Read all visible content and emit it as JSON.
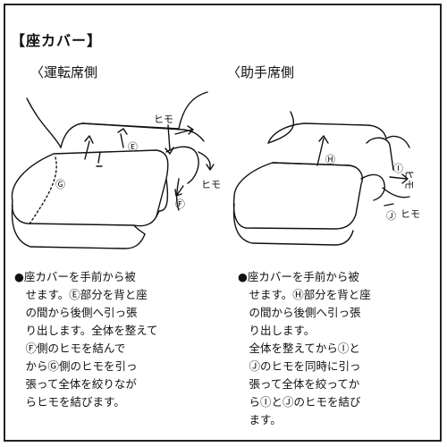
{
  "title": "【座カバー】",
  "sections": {
    "driver": {
      "heading": "〈運転席側",
      "labels": {
        "himo_top": "ヒモ",
        "himo_side": "ヒモ",
        "e": "Ⓔ",
        "f": "Ⓕ",
        "g": "Ⓖ"
      },
      "note": "●座カバーを手前から被\n　せます。Ⓔ部分を背と座\n　の間から後側へ引っ張\n　り出します。全体を整えて\n　Ⓕ側のヒモを結んで\n　からⒼ側のヒモを引っ\n　張って全体を絞りなが\n　らヒモを結びます。"
    },
    "passenger": {
      "heading": "〈助手席側",
      "labels": {
        "h": "Ⓗ",
        "i": "Ⓘ",
        "himo_i": "ヒモ",
        "j": "Ⓙ",
        "himo_j": "ヒモ"
      },
      "note": "●座カバーを手前から被\n　せます。Ⓗ部分を背と座\n　の間から後側へ引っ張\n　り出します。\n　全体を整えてからⒾと\n　Ⓙのヒモを同時に引っ\n　張って全体を絞ってか\n　らⒾとⒿのヒモを結び\n　ます。"
    }
  }
}
